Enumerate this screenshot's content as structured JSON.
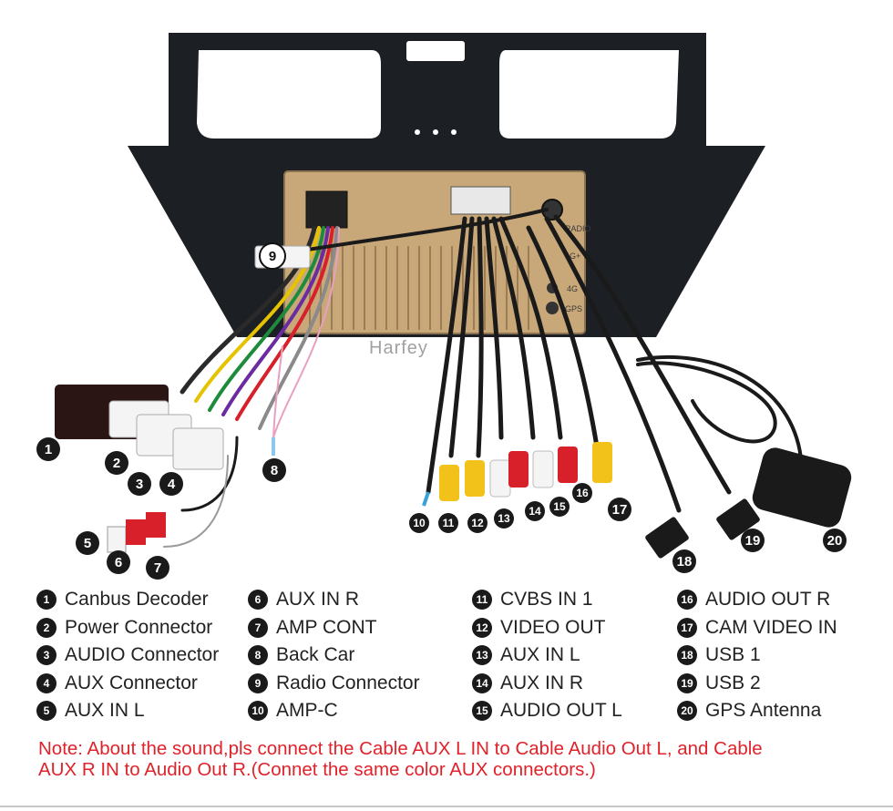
{
  "diagram": {
    "brand_watermark": "Harfey",
    "callout_numbers": [
      "1",
      "2",
      "3",
      "4",
      "5",
      "6",
      "7",
      "8",
      "9",
      "10",
      "11",
      "12",
      "13",
      "14",
      "15",
      "16",
      "17",
      "18",
      "19",
      "20"
    ],
    "panel_labels": [
      "RADIO",
      "4G+",
      "4G",
      "GPS"
    ]
  },
  "legend": {
    "items": [
      {
        "num": "1",
        "label": "Canbus Decoder"
      },
      {
        "num": "2",
        "label": "Power Connector"
      },
      {
        "num": "3",
        "label": "AUDIO Connector"
      },
      {
        "num": "4",
        "label": "AUX Connector"
      },
      {
        "num": "5",
        "label": "AUX IN L"
      },
      {
        "num": "6",
        "label": "AUX IN R"
      },
      {
        "num": "7",
        "label": "AMP CONT"
      },
      {
        "num": "8",
        "label": "Back Car"
      },
      {
        "num": "9",
        "label": "Radio Connector"
      },
      {
        "num": "10",
        "label": "AMP-C"
      },
      {
        "num": "11",
        "label": "CVBS IN 1"
      },
      {
        "num": "12",
        "label": "VIDEO OUT"
      },
      {
        "num": "13",
        "label": "AUX IN L"
      },
      {
        "num": "14",
        "label": "AUX IN R"
      },
      {
        "num": "15",
        "label": "AUDIO OUT L"
      },
      {
        "num": "16",
        "label": "AUDIO OUT R"
      },
      {
        "num": "17",
        "label": "CAM VIDEO IN"
      },
      {
        "num": "18",
        "label": "USB 1"
      },
      {
        "num": "19",
        "label": "USB 2"
      },
      {
        "num": "20",
        "label": "GPS Antenna"
      }
    ]
  },
  "note": {
    "line1": "Note: About the sound,pls connect the Cable AUX L IN to Cable Audio Out L, and Cable",
    "line2": "AUX R IN to  Audio Out R.(Connet the same color AUX connectors.)"
  },
  "colors": {
    "frame": "#1c1f24",
    "unit_gold": "#c8a878",
    "note_red": "#e0222a",
    "rca_yellow": "#f2c21b",
    "rca_red": "#d8202a",
    "rca_white": "#f4f4f4"
  }
}
